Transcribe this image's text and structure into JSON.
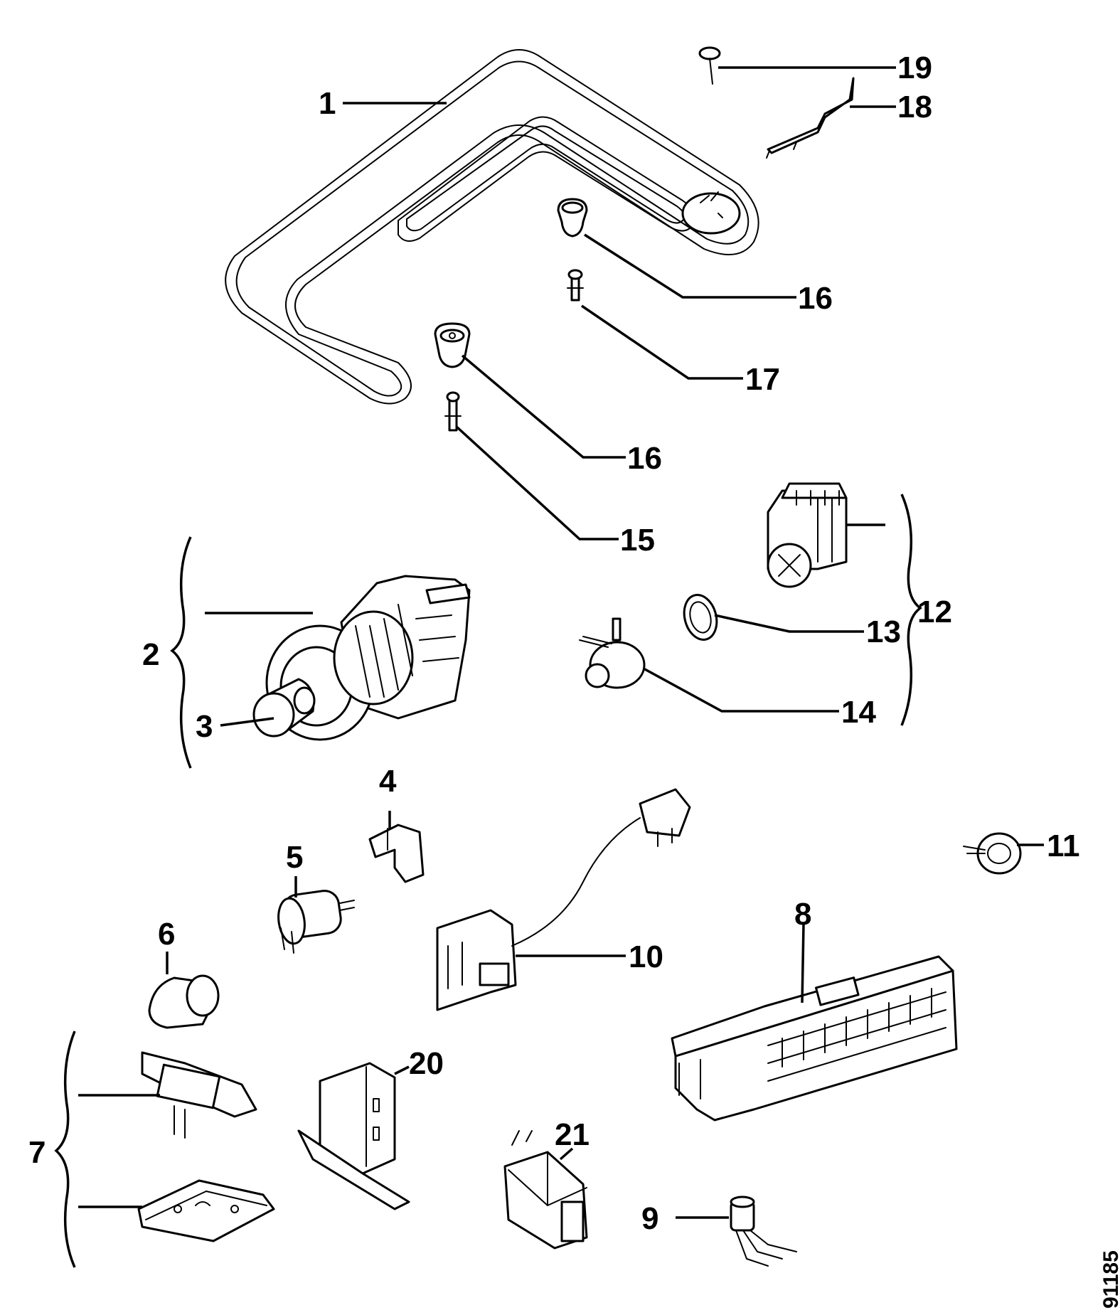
{
  "diagram": {
    "document_number": "91185",
    "callouts": {
      "c1": "1",
      "c2": "2",
      "c3": "3",
      "c4": "4",
      "c5": "5",
      "c6": "6",
      "c7": "7",
      "c8": "8",
      "c9": "9",
      "c10": "10",
      "c11": "11",
      "c12": "12",
      "c13": "13",
      "c14": "14",
      "c15": "15",
      "c16a": "16",
      "c16b": "16",
      "c17": "17",
      "c18": "18",
      "c19": "19",
      "c20": "20",
      "c21": "21"
    }
  }
}
